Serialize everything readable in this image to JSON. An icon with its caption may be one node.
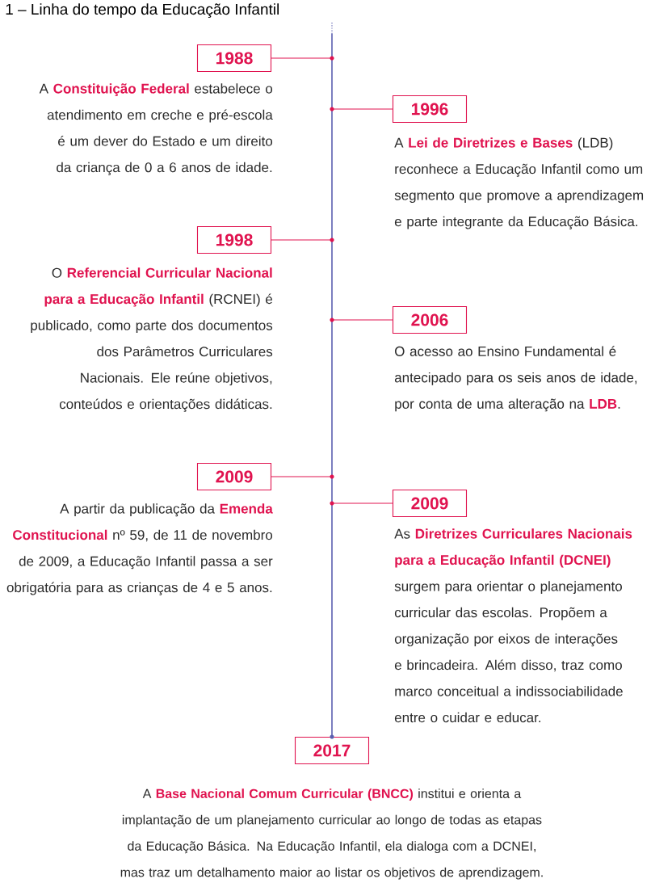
{
  "diagram": {
    "title": "1 – Linha do tempo da Educação Infantil",
    "nodes": [
      {
        "text": [
          "1988"
        ],
        "beside": [
          "A **Constituição Federal** estabelece o atendimento em creche e pré-escola é um dever do Estado e um direito da criança de 0 a 6 anos de idade."
        ]
      },
      {
        "text": [
          "1996"
        ],
        "beside": [
          "A **Lei de Diretrizes e Bases** (LDB) reconhece a Educação Infantil como um segmento que promove a aprendizagem e parte integrante da Educação Básica."
        ]
      },
      {
        "text": [
          "1998"
        ],
        "beside": [
          "O **Referencial Curricular Nacional para a Educação Infantil** (RCNEI) é publicado, como parte dos documentos dos Parâmetros Curriculares Nacionais. Ele reúne objetivos, conteúdos e orientações didáticas."
        ]
      },
      {
        "text": [
          "2006"
        ],
        "beside": [
          "O acesso ao Ensino Fundamental é antecipado para os seis anos de idade, por conta de uma alteração na **LDB**."
        ]
      },
      {
        "text": [
          "2009"
        ],
        "beside": [
          "A partir da publicação da **Emenda Constitucional** nº 59, de 11 de novembro de 2009, a Educação Infantil passa a ser obrigatória para as crianças de 4 e 5 anos."
        ]
      },
      {
        "text": [
          "2009"
        ],
        "beside": [
          "As **Diretrizes Curriculares Nacionais para a Educação Infantil (DCNEI)** surgem para orientar o planejamento curricular das escolas. Propõem a organização por eixos de interações e brincadeira. Além disso, traz como marco conceitual a indissociabilidade entre o cuidar e educar."
        ]
      },
      {
        "text": [
          "2017"
        ],
        "beside": [
          "A **Base Nacional Comum Curricular (BNCC)** institui e orienta a implantação de um planejamento curricular ao longo de todas as etapas da Educação Básica. Na Educação Infantil, ela dialoga com a DCNEI, mas traz um detalhamento maior ao listar os objetivos de aprendizagem."
        ]
      },
      {
        "text": [],
        "shape": "bar"
      }
    ],
    "edges": [
      {
        "from": 7,
        "to": 0,
        "arrow": "none"
      },
      {
        "from": 7,
        "to": 1,
        "arrow": "none"
      },
      {
        "from": 7,
        "to": 2,
        "arrow": "none"
      },
      {
        "from": 7,
        "to": 3,
        "arrow": "none"
      },
      {
        "from": 7,
        "to": 4,
        "arrow": "none"
      },
      {
        "from": 7,
        "to": 5,
        "arrow": "none"
      }
    ]
  }
}
